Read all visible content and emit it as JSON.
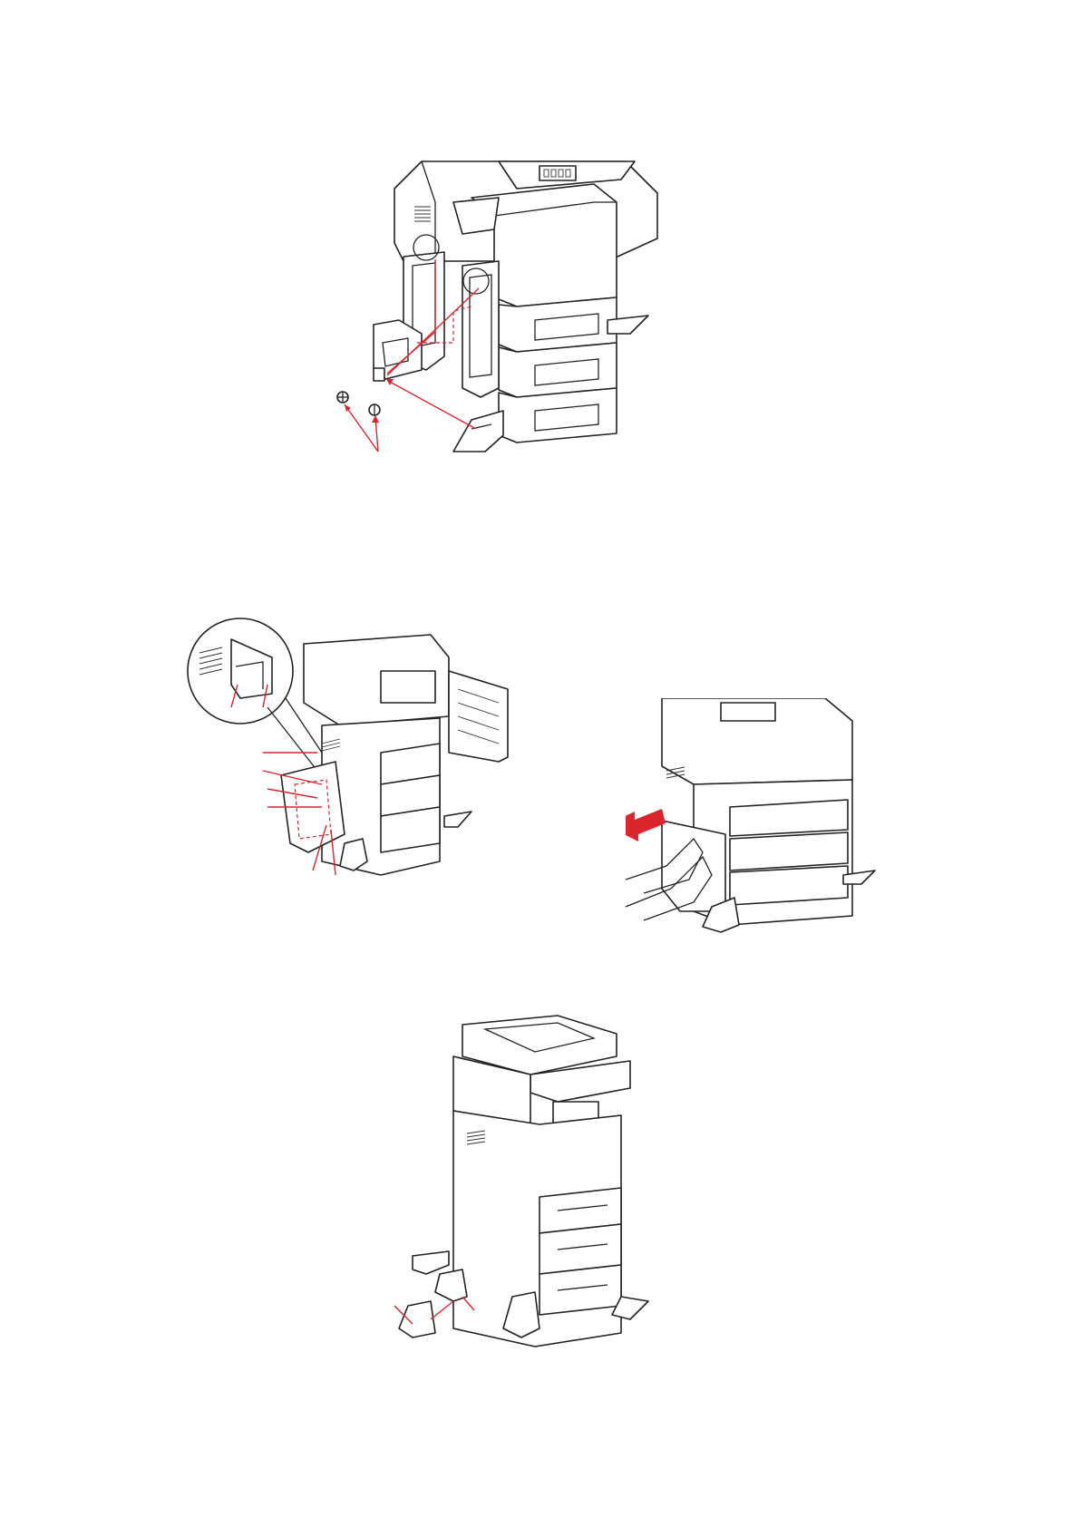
{
  "page": {
    "figures": [
      {
        "id": "fig1",
        "alt": "screw-and-bracket-detail"
      },
      {
        "id": "fig2",
        "alt": "cover-panel-attachment-with-magnifier"
      },
      {
        "id": "fig3",
        "alt": "push-cover-into-place"
      },
      {
        "id": "fig4",
        "alt": "stabiliser-feet-installation"
      }
    ]
  },
  "colors": {
    "line": "#222222",
    "callout": "#d9262c",
    "background": "#ffffff"
  }
}
